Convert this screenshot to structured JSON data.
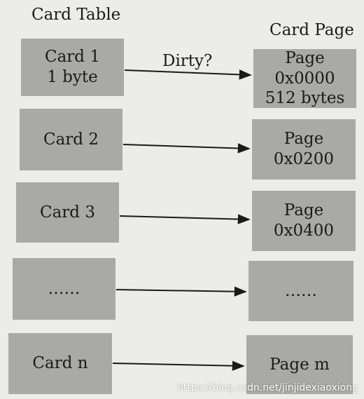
{
  "headers": {
    "card_table": "Card Table",
    "card_page": "Card Page"
  },
  "arrow_label": "Dirty?",
  "cards": [
    {
      "line1": "Card 1",
      "line2": "1 byte"
    },
    {
      "line1": "Card 2",
      "line2": ""
    },
    {
      "line1": "Card 3",
      "line2": ""
    },
    {
      "line1": "……",
      "line2": ""
    },
    {
      "line1": "Card n",
      "line2": ""
    }
  ],
  "pages": [
    {
      "line1": "Page 0x0000",
      "line2": "512 bytes"
    },
    {
      "line1": "Page 0x0200",
      "line2": ""
    },
    {
      "line1": "Page 0x0400",
      "line2": ""
    },
    {
      "line1": "……",
      "line2": ""
    },
    {
      "line1": "Page m",
      "line2": ""
    }
  ],
  "watermark": "https://blog.csdn.net/jinjidexiaoxiong",
  "colors": {
    "box_fill": "#a9a9a7",
    "background": "#ececea",
    "stroke": "#1a1a1a"
  }
}
